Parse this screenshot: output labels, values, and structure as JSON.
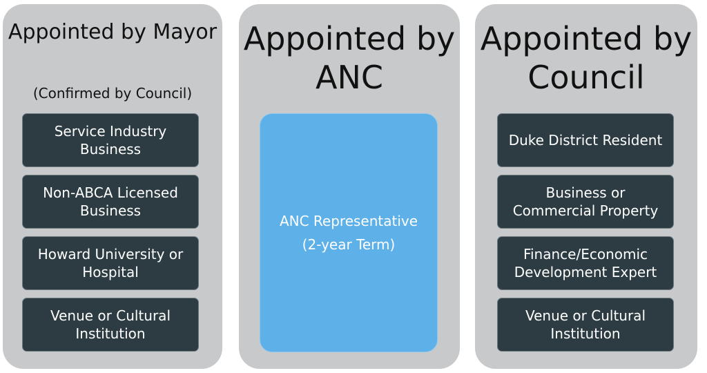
{
  "columns": {
    "mayor": {
      "heading": "Appointed by Mayor",
      "subheading": "(Confirmed by Council)",
      "items": [
        "Service Industry Business",
        "Non-ABCA Licensed Business",
        "Howard University or Hospital",
        "Venue or Cultural Institution"
      ]
    },
    "anc": {
      "heading": "Appointed by ANC",
      "box_line1": "ANC Representative",
      "box_line2": "(2-year Term)"
    },
    "council": {
      "heading": "Appointed by Council",
      "items": [
        "Duke District Resident",
        "Business or Commercial Property",
        "Finance/Economic Development Expert",
        "Venue or Cultural Institution"
      ]
    }
  },
  "colors": {
    "panel": "#c8c9cb",
    "dark_box": "#2c3c42",
    "blue_box": "#5db0e8"
  }
}
